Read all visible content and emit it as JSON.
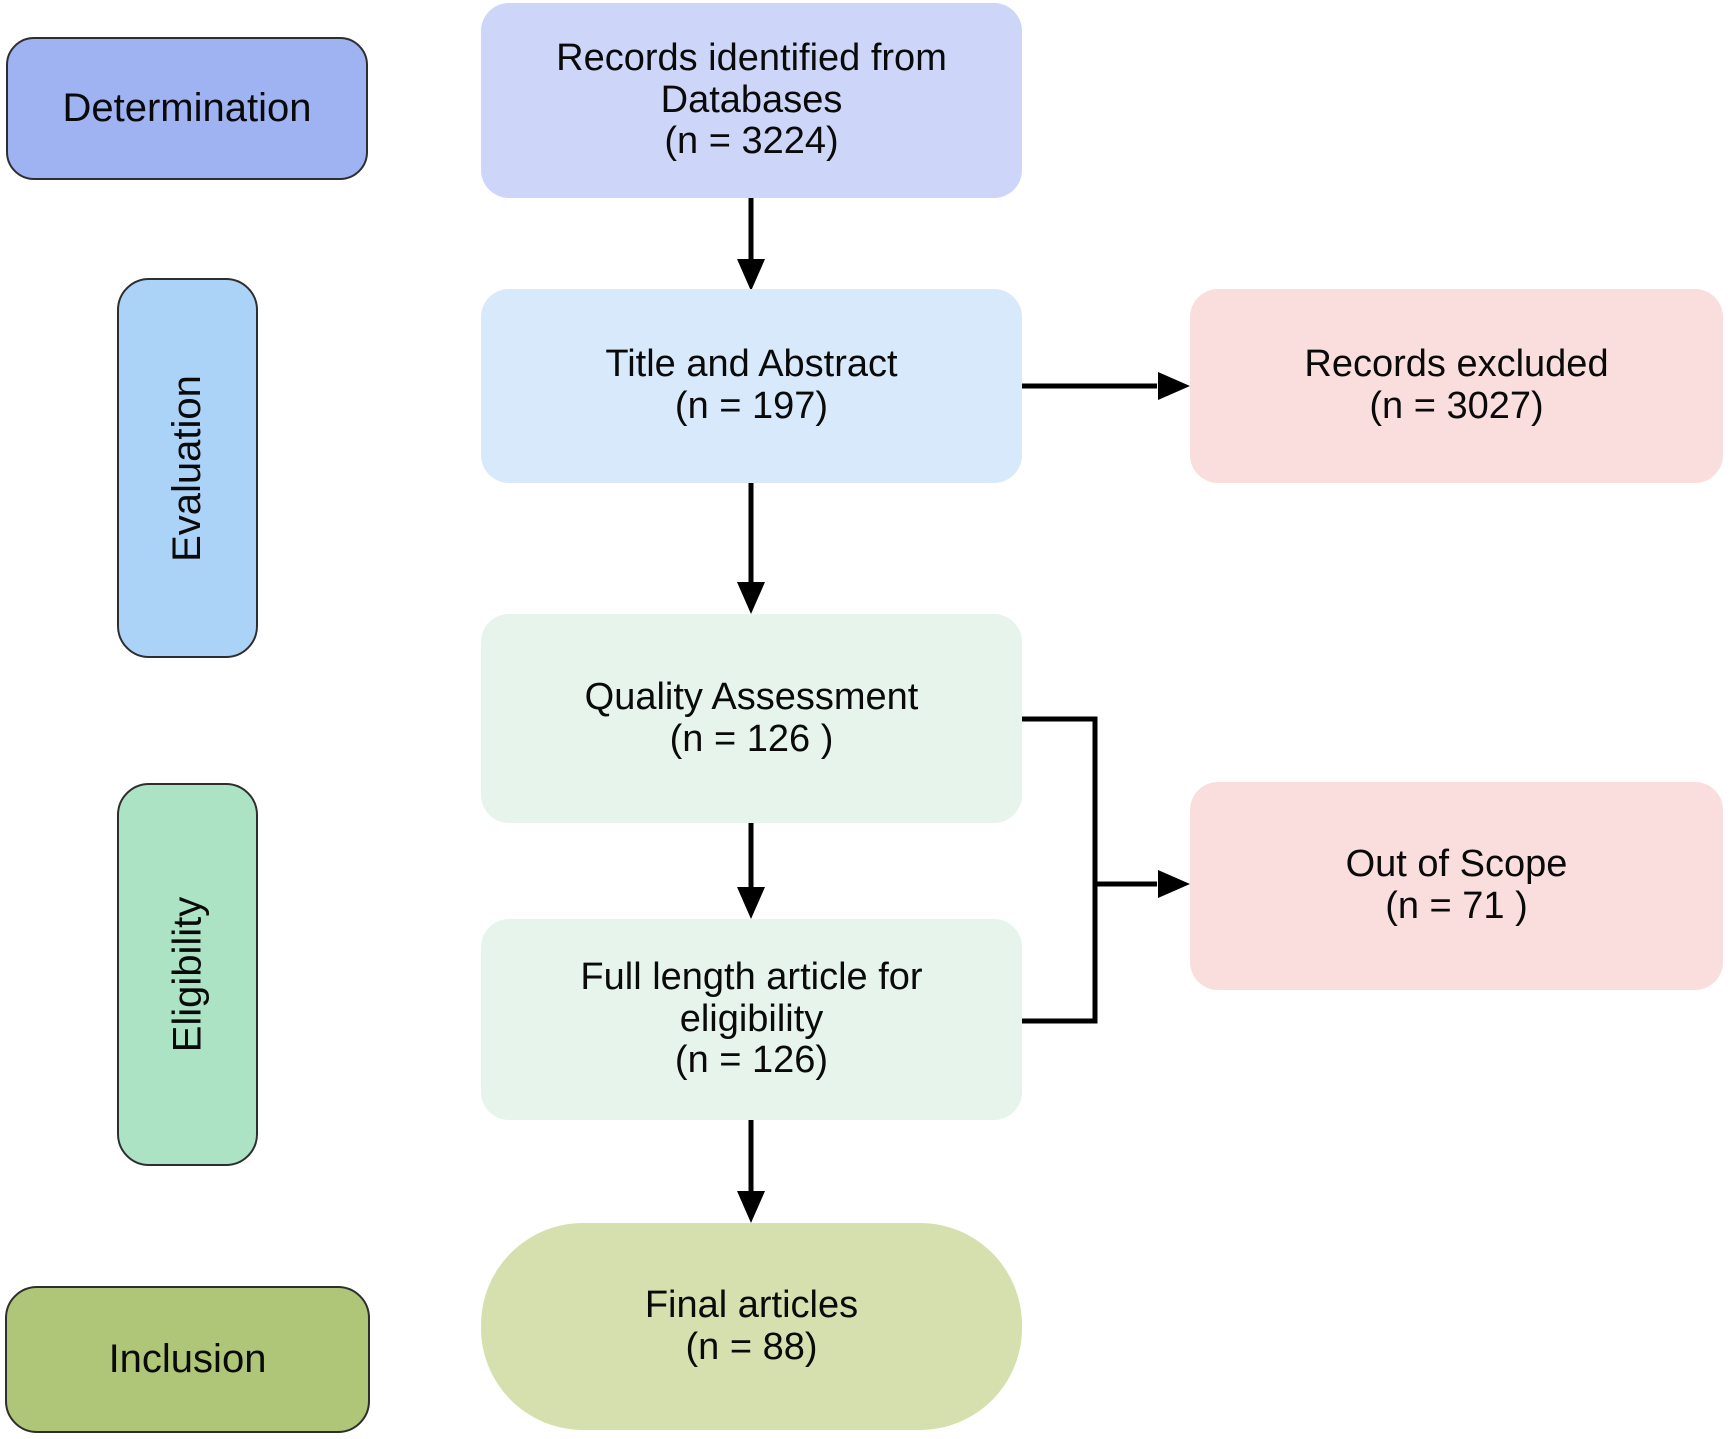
{
  "stage_labels": [
    {
      "id": "determination",
      "label": "Determination",
      "fill": "#9FB3F3"
    },
    {
      "id": "evaluation",
      "label": "Evaluation",
      "fill": "#ABD3F8"
    },
    {
      "id": "eligibility",
      "label": "Eligibility",
      "fill": "#ACE3C5"
    },
    {
      "id": "inclusion",
      "label": "Inclusion",
      "fill": "#AFC577"
    }
  ],
  "nodes": [
    {
      "id": "records_identified",
      "lines": [
        "Records identified from",
        "Databases",
        "(n = 3224)"
      ],
      "fill": "#CDD6F8"
    },
    {
      "id": "title_and_abstract",
      "lines": [
        "Title and Abstract",
        "(n = 197)",
        ""
      ],
      "fill": "#D9E9FC"
    },
    {
      "id": "quality_assessment",
      "lines": [
        "Quality Assessment",
        "(n = 126 )",
        ""
      ],
      "fill": "#E7F4EC"
    },
    {
      "id": "full_length_article",
      "lines": [
        "Full length article for",
        "eligibility",
        "(n = 126)"
      ],
      "fill": "#E7F4EC"
    },
    {
      "id": "final_articles",
      "lines": [
        "Final articles",
        "(n = 88)",
        ""
      ],
      "fill": "#D5E0AE"
    },
    {
      "id": "records_excluded",
      "lines": [
        "Records excluded",
        "(n = 3027)",
        ""
      ],
      "fill": "#FADEDE"
    },
    {
      "id": "out_of_scope",
      "lines": [
        "Out of Scope",
        "(n = 71 )",
        ""
      ],
      "fill": "#FADEDE"
    }
  ],
  "colors": {
    "connector": "#000000",
    "stage_border": "#2e2e2e",
    "background": "#ffffff"
  }
}
